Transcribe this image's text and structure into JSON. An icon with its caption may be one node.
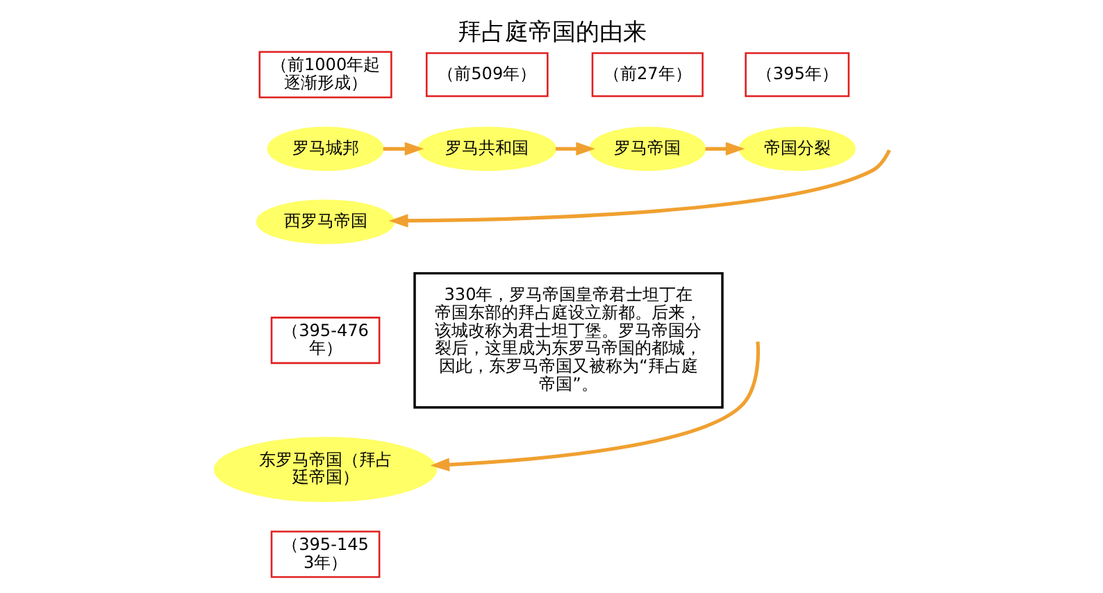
{
  "diagram": {
    "title": "拜占庭帝国的由来",
    "nodes": [
      {
        "text": [
          "（前1000年起逐渐形成）"
        ]
      },
      {
        "text": [
          "罗马城邦"
        ]
      },
      {
        "text": [
          "（前509年）"
        ]
      },
      {
        "text": [
          "罗马共和国"
        ]
      },
      {
        "text": [
          "（前27年）"
        ]
      },
      {
        "text": [
          "罗马帝国"
        ]
      },
      {
        "text": [
          "（395年）"
        ]
      },
      {
        "text": [
          "帝国分裂"
        ]
      },
      {
        "text": [
          "西罗马帝国"
        ]
      },
      {
        "text": [
          "（395-476年）"
        ]
      },
      {
        "text": [
          "东罗马帝国（拜占廷帝国）"
        ]
      },
      {
        "text": [
          "（395-1453年）"
        ]
      },
      {
        "text": [
          "330年，罗马帝国皇帝君士坦丁在帝国东部的拜占庭设立新都。后来，该城改称为君士坦丁堡。罗马帝国分裂后，这里成为东罗马帝国的都城，因此，东罗马帝国又被称为“拜占庭帝国”。"
        ]
      }
    ],
    "edges": [
      {
        "from": 1,
        "to": 3,
        "arrow": "to"
      },
      {
        "from": 3,
        "to": 5,
        "arrow": "to"
      },
      {
        "from": 5,
        "to": 7,
        "arrow": "to"
      },
      {
        "from": null,
        "to": 8,
        "arrow": "to"
      },
      {
        "from": null,
        "to": 10,
        "arrow": "to"
      }
    ]
  }
}
